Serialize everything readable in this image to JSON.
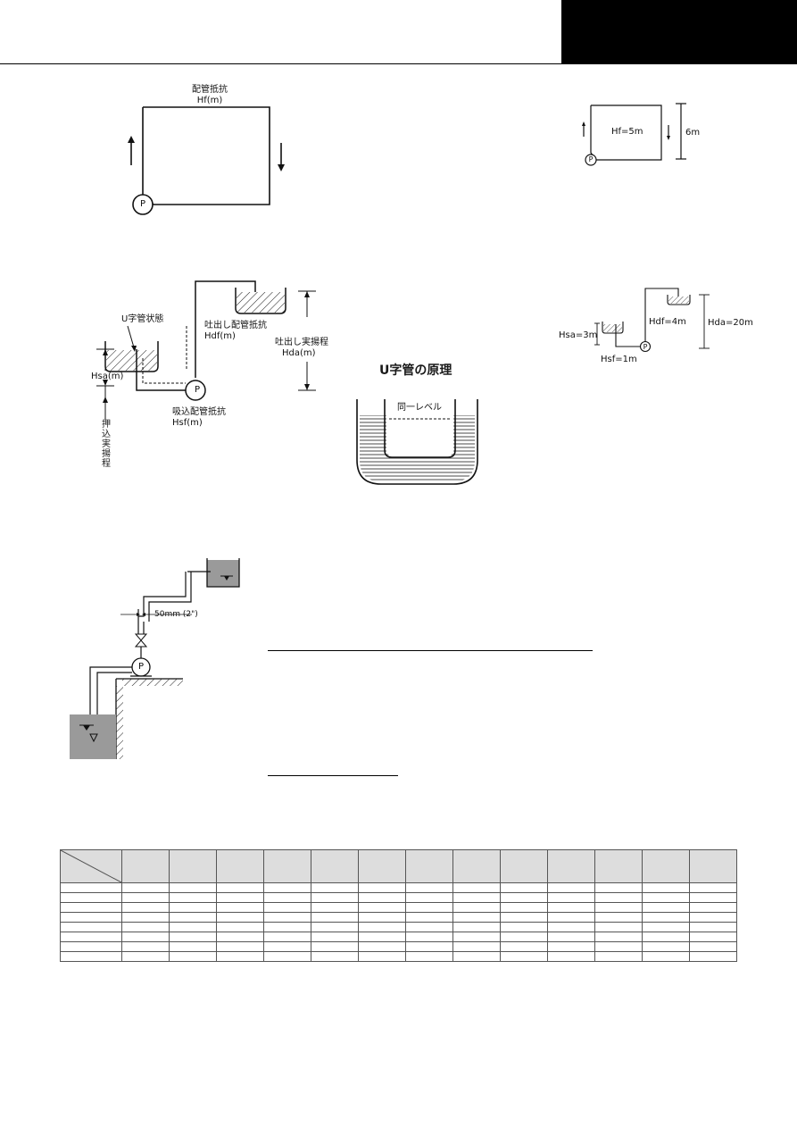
{
  "fig1": {
    "title": "配管抵抗",
    "label": "Hf(m)",
    "pump": "P"
  },
  "fig1_example": {
    "hf": "Hf=5m",
    "height": "6m",
    "pump": "P"
  },
  "fig2": {
    "u_tube": "U字管状態",
    "hsa": "Hsa(m)",
    "push_head": "押込実揚程",
    "discharge_resistance": "吐出し配管抵抗",
    "hdf": "Hdf(m)",
    "discharge_head": "吐出し実揚程",
    "hda": "Hda(m)",
    "suction_resistance": "吸込配管抵抗",
    "hsf": "Hsf(m)",
    "pump": "P"
  },
  "u_principle": {
    "title": "U字管の原理",
    "level": "同一レベル"
  },
  "fig2_example": {
    "hsa": "Hsa=3m",
    "hsf": "Hsf=1m",
    "hdf": "Hdf=4m",
    "hda": "Hda=20m",
    "pump": "P"
  },
  "fig3": {
    "pipe_size": "50mm (2\")",
    "pump": "P"
  },
  "table": {
    "data_cols": 13,
    "body_rows": 8
  },
  "colors": {
    "header_block": "#000000",
    "table_header": "#dddddd",
    "water": "#9a9a9a"
  }
}
